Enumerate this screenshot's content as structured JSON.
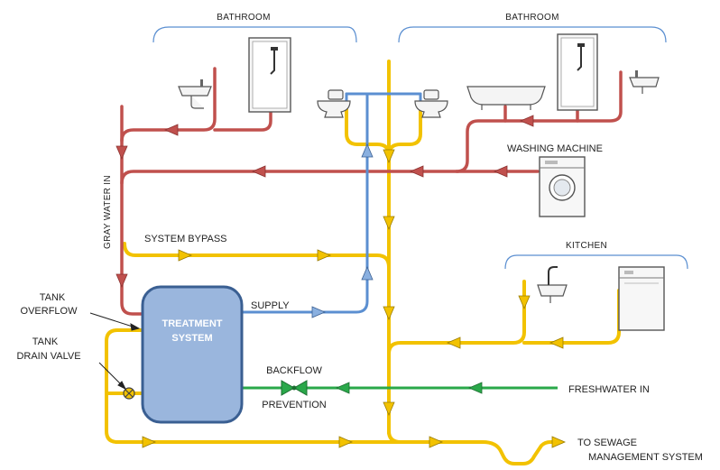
{
  "labels": {
    "bathroom_left": "BATHROOM",
    "bathroom_right": "BATHROOM",
    "washing_machine": "WASHING MACHINE",
    "gray_water_in": "GRAY WATER IN",
    "system_bypass": "SYSTEM BYPASS",
    "kitchen": "KITCHEN",
    "supply": "SUPPLY",
    "tank_overflow_1": "TANK",
    "tank_overflow_2": "OVERFLOW",
    "tank_drain_1": "TANK",
    "tank_drain_2": "DRAIN VALVE",
    "treatment_1": "TREATMENT",
    "treatment_2": "SYSTEM",
    "backflow_1": "BACKFLOW",
    "backflow_2": "PREVENTION",
    "freshwater_in": "FRESHWATER IN",
    "to_sewage_1": "TO SEWAGE",
    "to_sewage_2": "MANAGEMENT SYSTEM"
  },
  "colors": {
    "gray_water": "#c0504d",
    "yellow_line": "#f2c200",
    "supply_blue": "#5b8fd1",
    "fresh_green": "#2aa84a",
    "tank_fill": "#9ab6dd",
    "tank_stroke": "#3a5f92",
    "fixture_stroke": "#555555"
  },
  "icons": [
    "shower-icon",
    "sink-icon",
    "toilet-icon",
    "bathtub-icon",
    "washing-machine-icon",
    "dishwasher-icon",
    "drain-valve-icon",
    "backflow-valve-icon"
  ]
}
